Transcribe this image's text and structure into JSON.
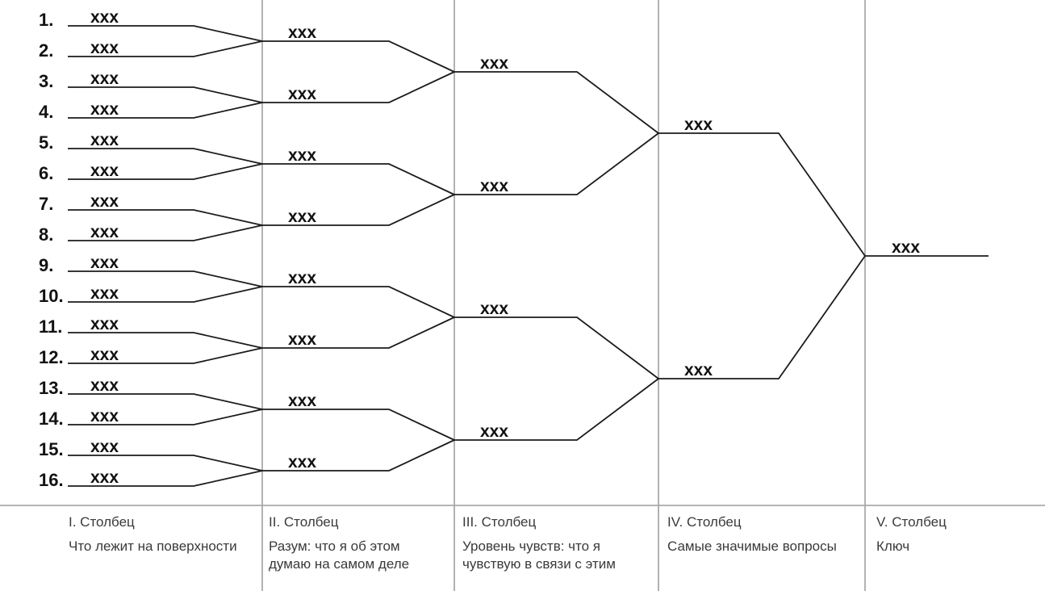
{
  "colors": {
    "background": "#ffffff",
    "bracket_line": "#1b1b1b",
    "grid_line": "#a9a9a9",
    "label_text": "#121212",
    "footer_text": "#3a3a3a"
  },
  "bracket": {
    "rows": [
      {
        "number": "1.",
        "label": "xxx"
      },
      {
        "number": "2.",
        "label": "xxx"
      },
      {
        "number": "3.",
        "label": "xxx"
      },
      {
        "number": "4.",
        "label": "xxx"
      },
      {
        "number": "5.",
        "label": "xxx"
      },
      {
        "number": "6.",
        "label": "xxx"
      },
      {
        "number": "7.",
        "label": "xxx"
      },
      {
        "number": "8.",
        "label": "xxx"
      },
      {
        "number": "9.",
        "label": "xxx"
      },
      {
        "number": "10.",
        "label": "xxx"
      },
      {
        "number": "11.",
        "label": "xxx"
      },
      {
        "number": "12.",
        "label": "xxx"
      },
      {
        "number": "13.",
        "label": "xxx"
      },
      {
        "number": "14.",
        "label": "xxx"
      },
      {
        "number": "15.",
        "label": "xxx"
      },
      {
        "number": "16.",
        "label": "xxx"
      }
    ],
    "stage2_labels": [
      "xxx",
      "xxx",
      "xxx",
      "xxx",
      "xxx",
      "xxx",
      "xxx",
      "xxx"
    ],
    "stage3_labels": [
      "xxx",
      "xxx",
      "xxx",
      "xxx"
    ],
    "stage4_labels": [
      "xxx",
      "xxx"
    ],
    "final_label": "xxx"
  },
  "footer": {
    "columns": [
      {
        "title": "I. Столбец",
        "description": "Что лежит на поверхности"
      },
      {
        "title": "II. Столбец",
        "description": "Разум: что я об этом думаю на самом деле"
      },
      {
        "title": "III. Столбец",
        "description": "Уровень чувств: что я чувствую в связи с этим"
      },
      {
        "title": "IV. Столбец",
        "description": "Самые значимые вопросы"
      },
      {
        "title": "V. Столбец",
        "description": "Ключ"
      }
    ]
  }
}
